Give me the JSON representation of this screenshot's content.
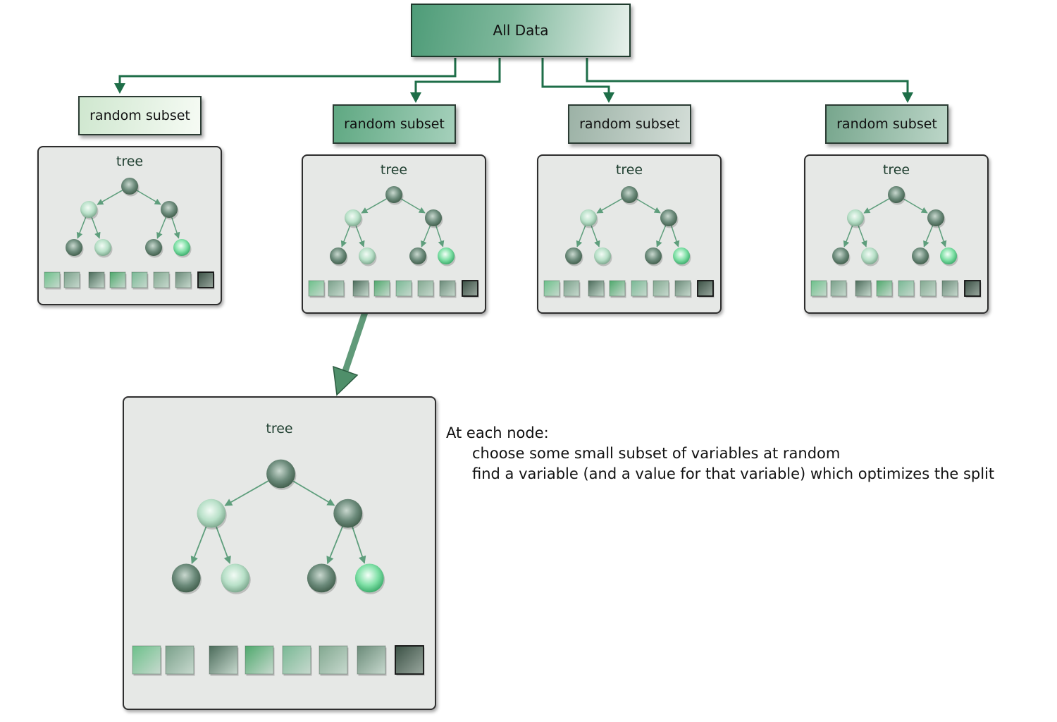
{
  "root": {
    "label": "All Data"
  },
  "subsets": [
    {
      "label": "random subset"
    },
    {
      "label": "random subset"
    },
    {
      "label": "random subset"
    },
    {
      "label": "random subset"
    }
  ],
  "tree_label": "tree",
  "zoom_tree_label": "tree",
  "note": {
    "heading": "At each node:",
    "lines": [
      "choose some small subset of variables at random",
      "find a variable (and a value for that variable) which optimizes the split"
    ]
  },
  "colors": {
    "connector": "#1e6e48",
    "zoom_arrow": "#4f8f6a",
    "node_dark": "#6c8b7b",
    "node_light": "#b8e0c8",
    "node_bright": "#7fe0a6",
    "tree_edge": "#5e9e7c"
  }
}
